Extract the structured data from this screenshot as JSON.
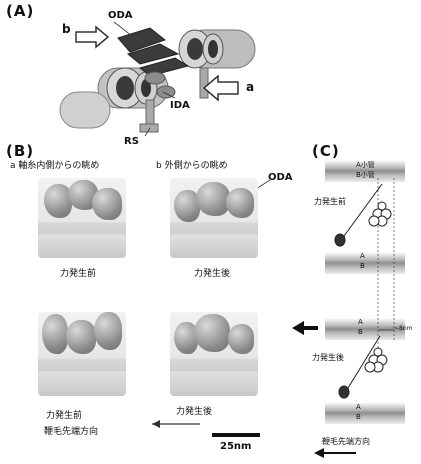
{
  "panelA": {
    "label": "(A)",
    "labels": {
      "b": "b",
      "oda": "ODA",
      "a": "a",
      "ida": "IDA",
      "rs": "RS"
    }
  },
  "panelB": {
    "label": "(B)",
    "col_a_title": "a 軸糸内側からの眺め",
    "col_b_title": "b 外側からの眺め",
    "oda_label": "ODA",
    "images": {
      "a_top": "力発生前",
      "b_top": "力発生後",
      "a_bottom": "力発生前",
      "b_bottom": "力発生後"
    },
    "direction_label": "鞭毛先端方向",
    "scale_label": "25nm"
  },
  "panelC": {
    "label": "(C)",
    "labels": {
      "a_tubule_top": "A小管",
      "b_tubule_top": "B小管",
      "before": "力発生前",
      "a2": "A",
      "b2": "B",
      "a3": "A",
      "b3": "B",
      "shift": "~8nm",
      "after": "力発生後",
      "a4": "A",
      "b4": "B",
      "direction_label": "鞭毛先端方向"
    }
  }
}
